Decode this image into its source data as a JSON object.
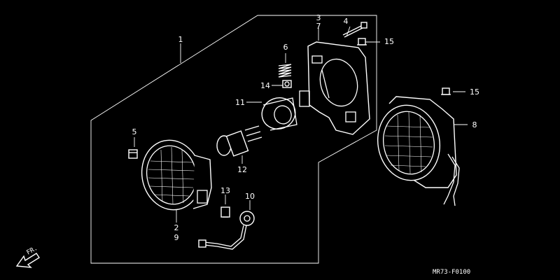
{
  "diagram": {
    "callouts": {
      "c1": "1",
      "c3": "3",
      "c7": "7",
      "c4": "4",
      "c15a": "15",
      "c6": "6",
      "c14": "14",
      "c11": "11",
      "c5": "5",
      "c12": "12",
      "c13": "13",
      "c10": "10",
      "c2": "2",
      "c9": "9",
      "c15b": "15",
      "c8": "8"
    },
    "front_arrow_label": "FR.",
    "figure_code": "MR73-F0100"
  }
}
